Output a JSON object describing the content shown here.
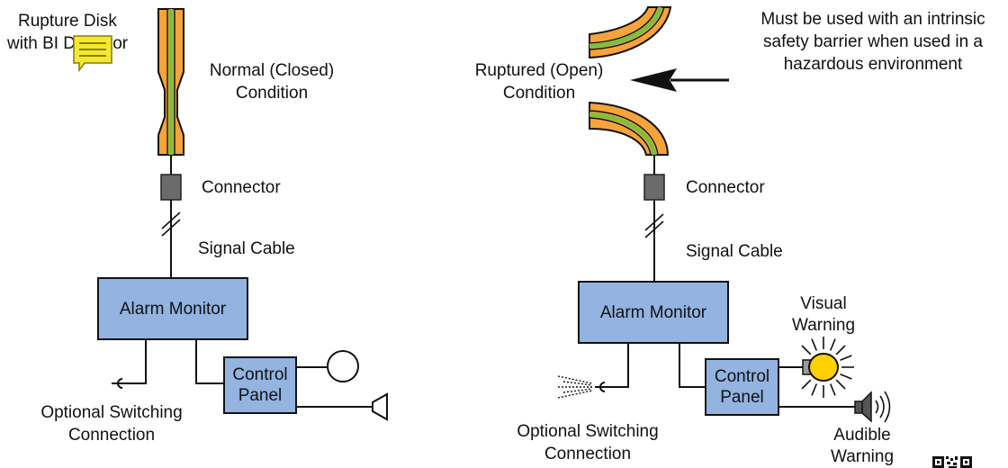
{
  "left": {
    "disk_label_line1": "Rupture Disk",
    "disk_label_line2": "with BI Detector",
    "condition_line1": "Normal (Closed)",
    "condition_line2": "Condition",
    "connector": "Connector",
    "signal_cable": "Signal Cable",
    "alarm_monitor": "Alarm Monitor",
    "control_panel_line1": "Control",
    "control_panel_line2": "Panel",
    "switching_line1": "Optional Switching",
    "switching_line2": "Connection"
  },
  "right": {
    "condition_line1": "Ruptured (Open)",
    "condition_line2": "Condition",
    "note_line1": "Must be used with an intrinsic",
    "note_line2": "safety barrier when used in a",
    "note_line3": "hazardous environment",
    "connector": "Connector",
    "signal_cable": "Signal Cable",
    "alarm_monitor": "Alarm Monitor",
    "control_panel_line1": "Control",
    "control_panel_line2": "Panel",
    "switching_line1": "Optional Switching",
    "switching_line2": "Connection",
    "visual_line1": "Visual",
    "visual_line2": "Warning",
    "audible_line1": "Audible",
    "audible_line2": "Warning"
  },
  "colors": {
    "disk_orange": "#f5a33a",
    "disk_green": "#7fbf3f",
    "box_blue": "#93b3e0",
    "connector_gray": "#6b6b6b",
    "bulb_yellow": "#ffd000",
    "note_yellow": "#f5e832"
  },
  "icons": {
    "note": "comment-note-icon",
    "bulb": "lightbulb-icon",
    "speaker": "speaker-icon",
    "horn": "horn-icon",
    "lamp": "lamp-icon",
    "qr": "qr-code-icon"
  }
}
